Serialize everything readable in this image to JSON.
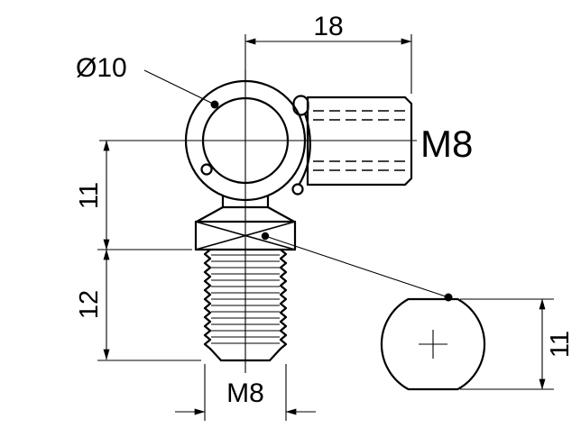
{
  "colors": {
    "background": "#ffffff",
    "line": "#000000"
  },
  "labels": {
    "socket_depth": "18",
    "ball_diameter": "Ø10",
    "socket_thread": "M8",
    "ball_center_to_shoulder": "11",
    "thread_length": "12",
    "stud_thread": "M8",
    "width_across_flats": "11"
  }
}
